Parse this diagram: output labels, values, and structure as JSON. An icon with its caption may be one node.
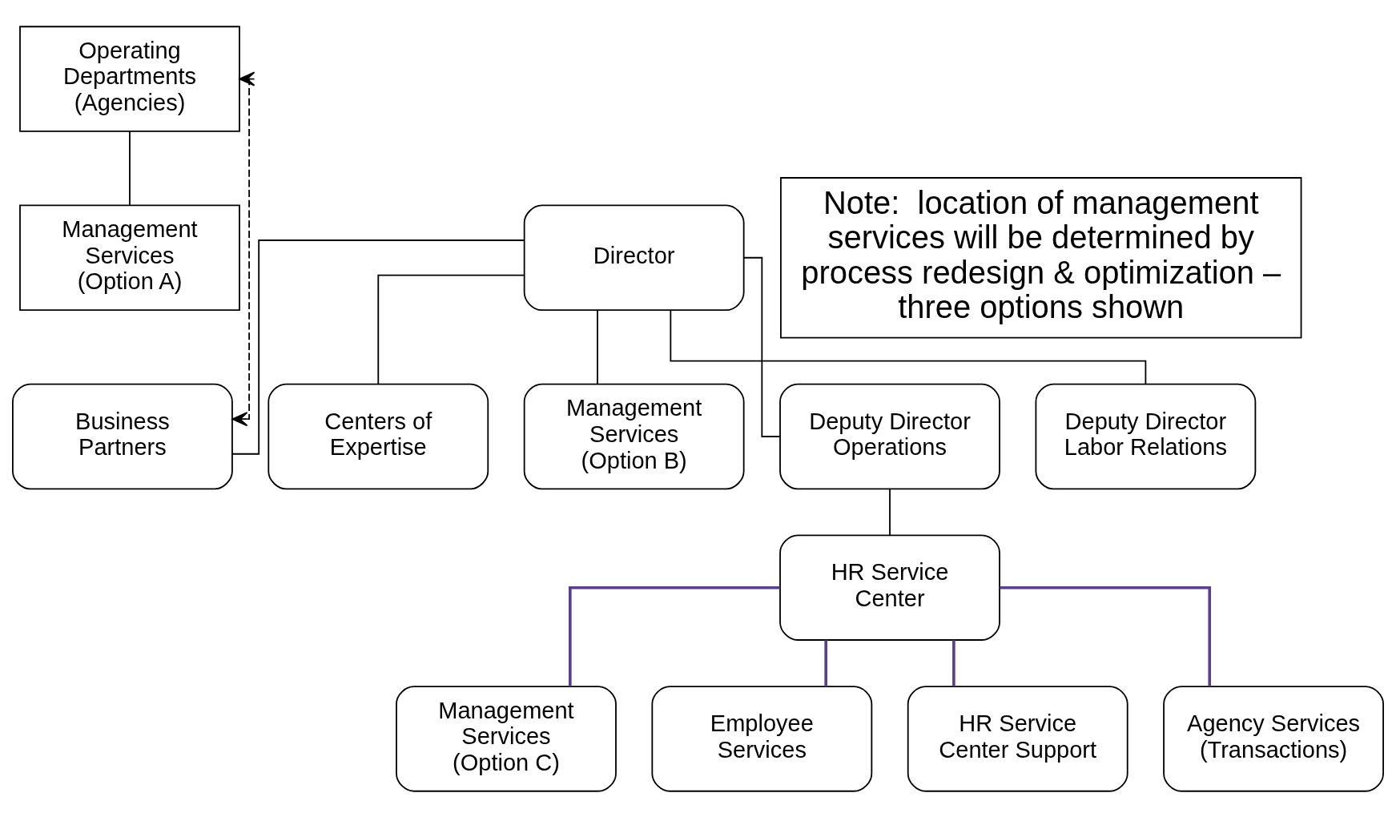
{
  "diagram": {
    "nodes": [
      {
        "text": [
          "Operating Departments (Agencies)"
        ]
      },
      {
        "text": [
          "Management Services",
          "(Option A)"
        ]
      },
      {
        "text": [
          "Note:  location of management services will be determined by process redesign & optimization – three options shown"
        ]
      },
      {
        "text": [
          "Director"
        ]
      },
      {
        "text": [
          "Centers of Expertise"
        ]
      },
      {
        "text": [
          "Business Partners"
        ]
      },
      {
        "text": [
          "Management Services",
          "(Option B)"
        ]
      },
      {
        "text": [
          "Deputy Director Operations"
        ]
      },
      {
        "text": [
          "Deputy Director Labor Relations"
        ]
      },
      {
        "text": [
          "HR Service Center"
        ]
      },
      {
        "text": [
          "Management Services (Option C)"
        ]
      },
      {
        "text": [
          "Employee Services"
        ]
      },
      {
        "text": [
          "HR Service Center Support"
        ]
      },
      {
        "text": [
          "Agency Services (Transactions)"
        ]
      }
    ],
    "edges": [
      {
        "from": 0,
        "to": 1,
        "arrow": "none"
      },
      {
        "from": 5,
        "to": 0,
        "arrow": "both",
        "style": "dashed"
      },
      {
        "from": 3,
        "to": 4,
        "arrow": "none"
      },
      {
        "from": 3,
        "to": 5,
        "arrow": "none"
      },
      {
        "from": 3,
        "to": 6,
        "arrow": "none"
      },
      {
        "from": 3,
        "to": 7,
        "arrow": "none"
      },
      {
        "from": 3,
        "to": 8,
        "arrow": "none"
      },
      {
        "from": 7,
        "to": 9,
        "arrow": "none"
      },
      {
        "from": 9,
        "to": 10,
        "arrow": "none",
        "color": "#5b3f8f"
      },
      {
        "from": 9,
        "to": 11,
        "arrow": "none",
        "color": "#5b3f8f"
      },
      {
        "from": 9,
        "to": 12,
        "arrow": "none",
        "color": "#5b3f8f"
      },
      {
        "from": 9,
        "to": 13,
        "arrow": "none",
        "color": "#5b3f8f"
      }
    ]
  }
}
